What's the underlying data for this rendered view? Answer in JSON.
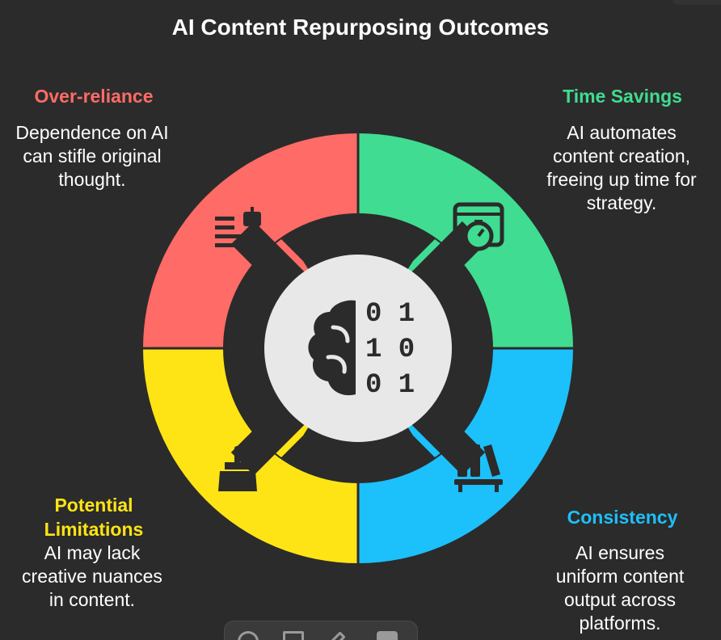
{
  "title": "AI Content Repurposing Outcomes",
  "colors": {
    "background": "#2b2b2b",
    "over_reliance": "#ff6b66",
    "time_savings": "#40dc91",
    "consistency": "#1cc0fa",
    "limitations": "#ffe415",
    "center": "#e8e8e8",
    "icon": "#2b2b2b"
  },
  "sections": {
    "over_reliance": {
      "heading": "Over-reliance",
      "lines": [
        "Dependence on AI",
        "can stifle original",
        "thought."
      ],
      "icon": "robot-document-icon"
    },
    "time_savings": {
      "heading": "Time Savings",
      "lines": [
        "AI automates",
        "content creation,",
        "freeing up time for",
        "strategy."
      ],
      "icon": "browser-stopwatch-icon"
    },
    "limitations": {
      "heading_lines": [
        "Potential",
        "Limitations"
      ],
      "lines": [
        "AI may lack",
        "creative nuances",
        "in content."
      ],
      "icon": "paintbrush-icon"
    },
    "consistency": {
      "heading": "Consistency",
      "lines": [
        "AI ensures",
        "uniform content",
        "output across",
        "platforms."
      ],
      "icon": "books-shelf-icon"
    }
  },
  "center": {
    "icon": "brain-binary-icon",
    "binary_rows": [
      "0 1",
      "1 0",
      "0 1"
    ]
  },
  "toolbar": {
    "icons": [
      "circle-icon",
      "crop-icon",
      "pen-icon",
      "image-icon"
    ]
  }
}
